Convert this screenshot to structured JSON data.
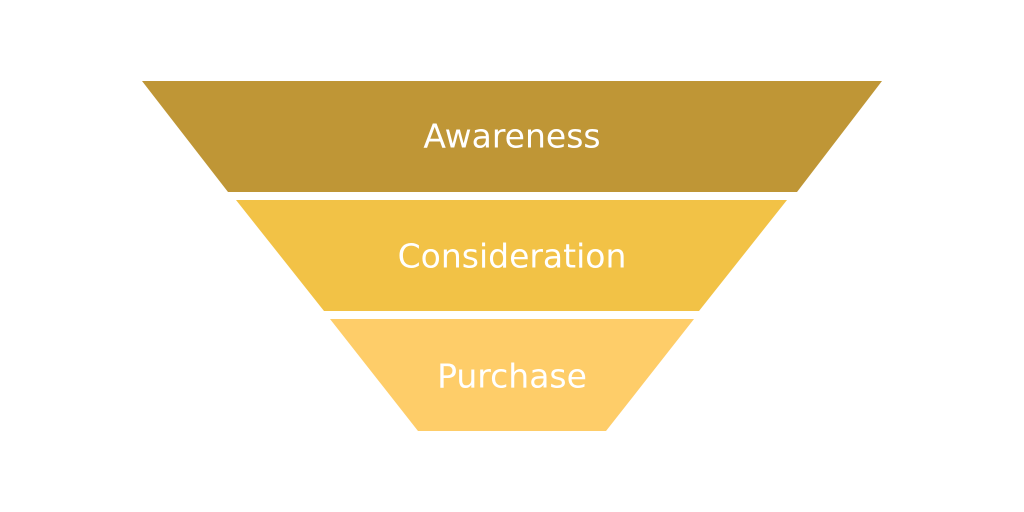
{
  "diagram": {
    "type": "funnel",
    "stages": [
      {
        "label": "Awareness",
        "color": "#bf9636"
      },
      {
        "label": "Consideration",
        "color": "#f2c246"
      },
      {
        "label": "Purchase",
        "color": "#fecd69"
      }
    ]
  }
}
